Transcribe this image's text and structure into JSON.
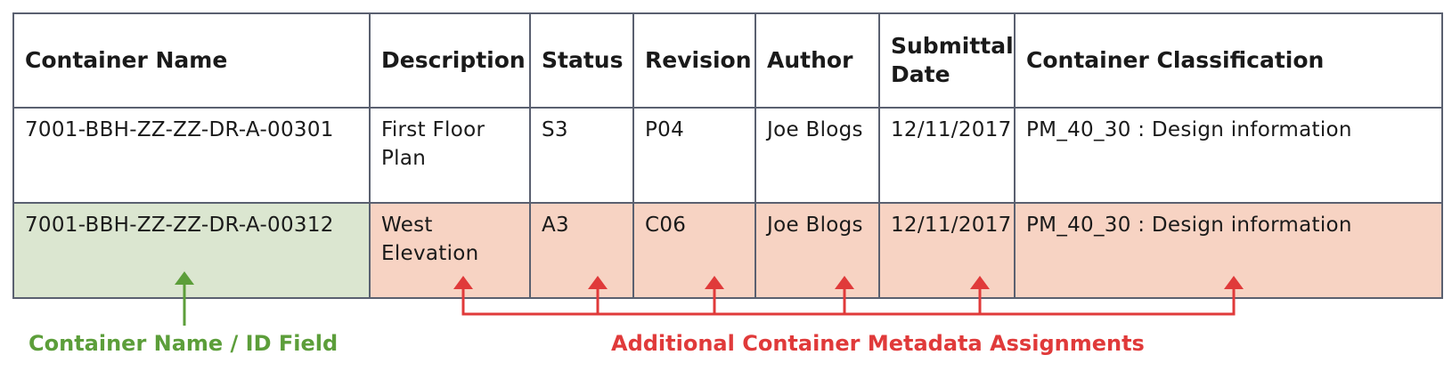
{
  "table": {
    "headers": [
      "Container Name",
      "Description",
      "Status",
      "Revision",
      "Author",
      "Submittal Date",
      "Container Classification"
    ],
    "rows": [
      {
        "name": "7001-BBH-ZZ-ZZ-DR-A-00301",
        "description": "First Floor Plan",
        "status": "S3",
        "revision": "P04",
        "author": "Joe Blogs",
        "date": "12/11/2017",
        "classification": "PM_40_30  : Design information"
      },
      {
        "name": "7001-BBH-ZZ-ZZ-DR-A-00312",
        "description": "West Elevation",
        "status": "A3",
        "revision": "C06",
        "author": "Joe Blogs",
        "date": "12/11/2017",
        "classification": "PM_40_30  : Design information"
      }
    ]
  },
  "annotations": {
    "id_field_label": "Container Name / ID Field",
    "metadata_label": "Additional Container Metadata Assignments"
  },
  "colors": {
    "id_highlight": "#dbe6d0",
    "metadata_highlight": "#f7d3c3",
    "id_arrow": "#5c9e3a",
    "metadata_arrow": "#e03a3a",
    "border": "#5a6070"
  }
}
